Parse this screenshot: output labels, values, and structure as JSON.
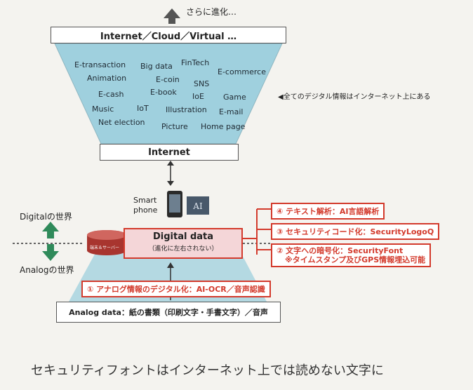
{
  "top_note": "さらに進化…",
  "internet_cloud_label": "Internet／Cloud／Virtual …",
  "cloud_keywords": [
    "E-transaction",
    "Big data",
    "FinTech",
    "E-commerce",
    "Animation",
    "E-coin",
    "SNS",
    "E-cash",
    "E-book",
    "IoE",
    "Game",
    "Music",
    "IoT",
    "Illustration",
    "E-mail",
    "Net election",
    "Picture",
    "Home page"
  ],
  "side_note": "◀全てのデジタル情報はインターネット上にある",
  "internet_label": "Internet",
  "smartphone_label_line1": "Smart",
  "smartphone_label_line2": "phone",
  "digital_world": "Digitalの世界",
  "analog_world": "Analogの世界",
  "server_label": "端末＆サーバー",
  "digital_data_title": "Digital data",
  "digital_data_subtitle": "（進化に左右されない）",
  "red_tags": {
    "tag4": "④ テキスト解析：AI言語解析",
    "tag3": "③ セキュリティコード化：SecurityLogoQ",
    "tag2_line1": "② 文字への暗号化：SecurityFont",
    "tag2_line2": "※タイムスタンプ及びGPS情報埋込可能",
    "tag1": "① アナログ情報のデジタル化：AI-OCR／音声認識"
  },
  "analog_data_label": "Analog data：紙の書類（印刷文字・手書文字）／音声",
  "caption": "セキュリティフォントはインターネット上では読めない文字に",
  "colors": {
    "cloud": "#9fd0de",
    "red": "#d33a2c",
    "pink": "#f4d6d8",
    "green": "#2f8a5a"
  }
}
